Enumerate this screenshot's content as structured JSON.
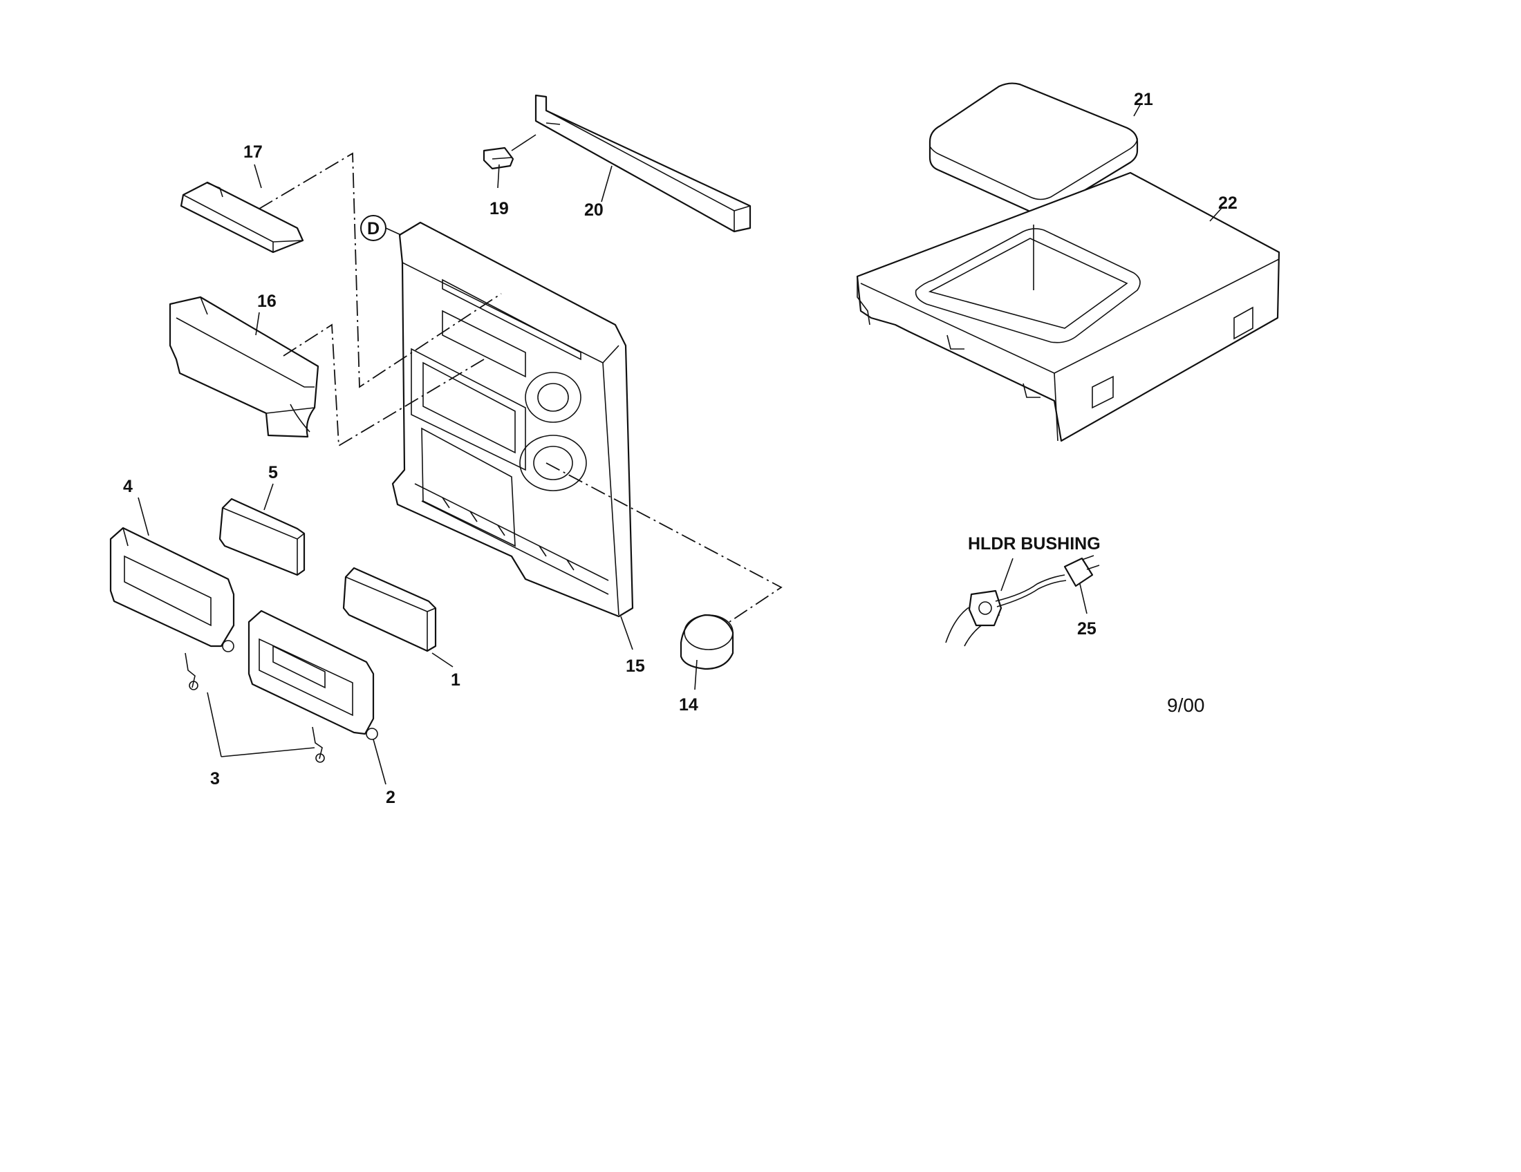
{
  "diagram": {
    "callouts": {
      "p1": "1",
      "p2": "2",
      "p3": "3",
      "p4": "4",
      "p5": "5",
      "p14": "14",
      "p15": "15",
      "p16": "16",
      "p17": "17",
      "p19": "19",
      "p20": "20",
      "p21": "21",
      "p22": "22",
      "p25": "25",
      "ref_d": "D"
    },
    "hldr_label": "HLDR BUSHING",
    "revision": "9/00"
  }
}
